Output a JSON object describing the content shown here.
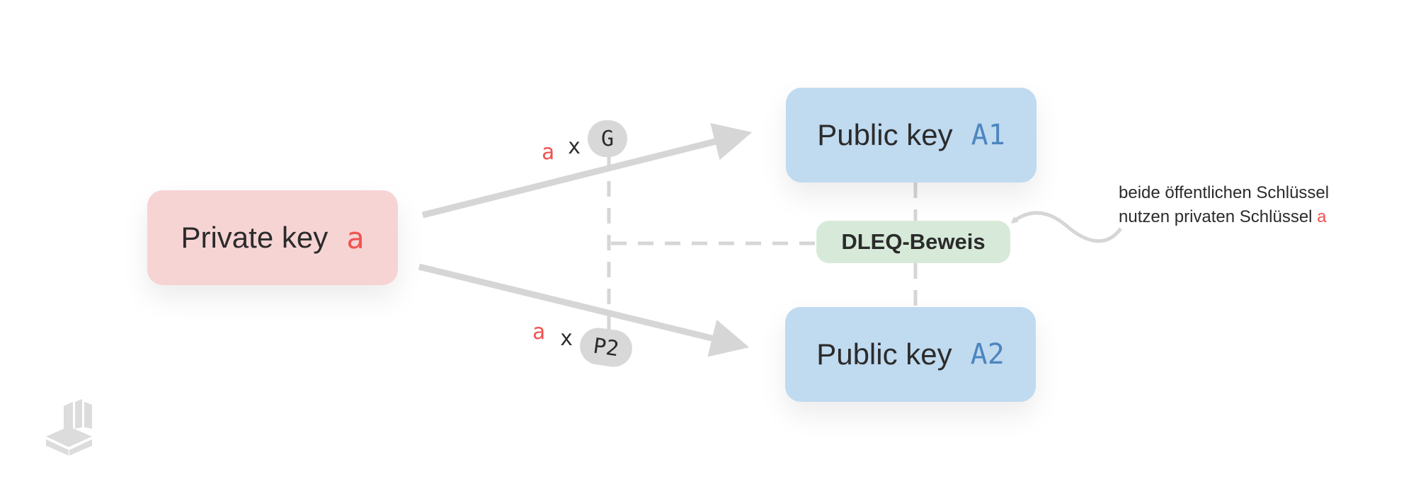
{
  "private_key": {
    "label": "Private key",
    "variable": "a"
  },
  "public_key_1": {
    "label": "Public key",
    "variable": "A1"
  },
  "public_key_2": {
    "label": "Public key",
    "variable": "A2"
  },
  "top_operation": {
    "scalar": "a",
    "operator": "x",
    "point": "G"
  },
  "bottom_operation": {
    "scalar": "a",
    "operator": "x",
    "point": "P2"
  },
  "proof": {
    "label": "DLEQ-Beweis"
  },
  "annotation": {
    "line1": "beide öffentlichen Schlüssel",
    "line2_prefix": "nutzen privaten Schlüssel ",
    "line2_highlight": "a"
  },
  "colors": {
    "private_fill": "#f7d4d4",
    "public_fill": "#c0daf0",
    "proof_fill": "#d7ead9",
    "scalar_red": "#ef5350",
    "public_var_blue": "#4d86bf",
    "connector_gray": "#d6d6d6"
  },
  "icons": [
    "arrow-icon",
    "logo-icon"
  ]
}
